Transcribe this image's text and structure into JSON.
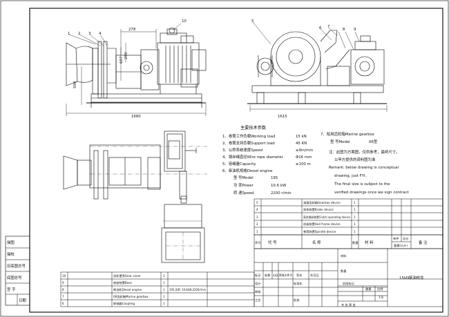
{
  "dims": {
    "d278": "278",
    "d607": "607",
    "d299": "299",
    "d590": "590",
    "d1680": "1680",
    "d1615": "1615"
  },
  "callouts": {
    "left": [
      "1",
      "2",
      "3",
      "4",
      "10"
    ],
    "right": [
      "5",
      "6",
      "7",
      "8",
      "9"
    ]
  },
  "tech": {
    "title": "主要技术参数",
    "items": [
      "1、卷筒工作负载Working load",
      "2、卷筒支持负载Support load",
      "3、公称系统速度Speed",
      "4、钢丝绳直径Wire rope diameter",
      "5、容绳量Capacity",
      "6、柴油机规格Diesel engine"
    ],
    "values": [
      "15  kN",
      "45  KN",
      "≥9m/min",
      "Φ16  mm",
      "≥100 m"
    ],
    "engine": [
      {
        "label": "型   号Model",
        "value": "195"
      },
      {
        "label": "功  率Power",
        "value": "10.6 kW"
      },
      {
        "label": "转  速Speed",
        "value": "2200 r/min"
      }
    ]
  },
  "gearbox": {
    "title": "7、船用齿轮箱Marine gearbox",
    "model_label": "型   号Model",
    "model_value": "06型"
  },
  "notes": {
    "cn1": "注：此图为方案图，仅供参考，最终尺寸，",
    "cn2": "以甲方提供的资料图为准",
    "en1": "Remark: below drawing is conceptual",
    "en2": "drawing, just FYI.",
    "en3": "The final size is subject to the",
    "en4": "verified drawings once we sign contract"
  },
  "parts_upper": [
    {
      "no": "5",
      "name": "减速齿轮箱Gearbox device",
      "qty": "1"
    },
    {
      "no": "4",
      "name": "刹车装置Brake device",
      "qty": "1"
    },
    {
      "no": "3",
      "name": "离合操纵装置Clutch operating device",
      "qty": "1"
    },
    {
      "no": "2",
      "name": "机架装置Hull frame device",
      "qty": "1"
    },
    {
      "no": "1",
      "name": "卷筒装置Spindle device",
      "qty": "1"
    }
  ],
  "parts_lower": [
    {
      "no": "10",
      "name": "齿轮罩壳Gear cover",
      "qty": "1",
      "extra": ""
    },
    {
      "no": "9",
      "name": "底座装置Base",
      "qty": "1",
      "extra": ""
    },
    {
      "no": "8",
      "name": "柴油机Diesel engine",
      "qty": "1",
      "extra": "195,功率: 10.6kW,2200r/min"
    },
    {
      "no": "7",
      "name": "06齿轮箱Marine gearbox",
      "qty": "1",
      "extra": ""
    },
    {
      "no": "6",
      "name": "联轴器Coupling",
      "qty": "1",
      "extra": ""
    }
  ],
  "header_row": {
    "seq": "序号",
    "code": "代        号",
    "name": "名      称",
    "qty": "数量",
    "material": "材     料",
    "single": "单件",
    "total": "总计",
    "weight": "重量(公斤)",
    "remark": "备 注"
  },
  "title_block": {
    "material": "材料",
    "qty": "数量",
    "drawing_title": "15kN柴油绞车",
    "scale": "1:8",
    "stage": "阶段标记",
    "weight": "重量",
    "ratio": "比例",
    "mark": "标记",
    "count": "处数",
    "zone": "分区",
    "change_doc": "更改文件号",
    "sign": "签名",
    "date": "年月日",
    "design": "设计",
    "standard": "标准化",
    "check": "审核",
    "process": "工艺",
    "approve": "批准",
    "sheet": "共     张  第     张"
  },
  "side_labels": [
    "描图",
    "描校",
    "旧底图总号",
    "底图总号",
    "签 字",
    "日期"
  ]
}
